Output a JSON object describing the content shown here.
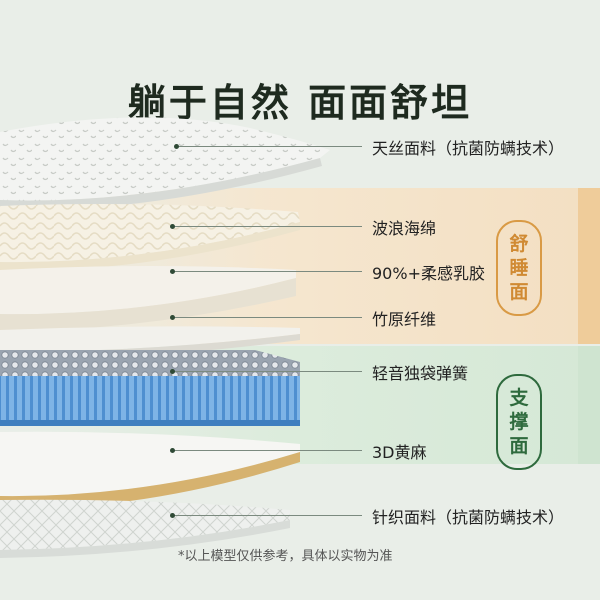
{
  "title": "躺于自然 面面舒坦",
  "layers": [
    {
      "label": "天丝面料（抗菌防螨技术）"
    },
    {
      "label": "波浪海绵"
    },
    {
      "label": "90%+柔感乳胶"
    },
    {
      "label": "竹原纤维"
    },
    {
      "label": "轻音独袋弹簧"
    },
    {
      "label": "3D黄麻"
    },
    {
      "label": "针织面料（抗菌防螨技术）"
    }
  ],
  "badges": {
    "comfort": [
      "舒",
      "睡",
      "面"
    ],
    "support": [
      "支",
      "撑",
      "面"
    ]
  },
  "footnote": "*以上模型仅供参考，具体以实物为准",
  "colors": {
    "comfort_accent": "#d08a33",
    "support_accent": "#2e6a3d",
    "background": "#e9eee8"
  }
}
